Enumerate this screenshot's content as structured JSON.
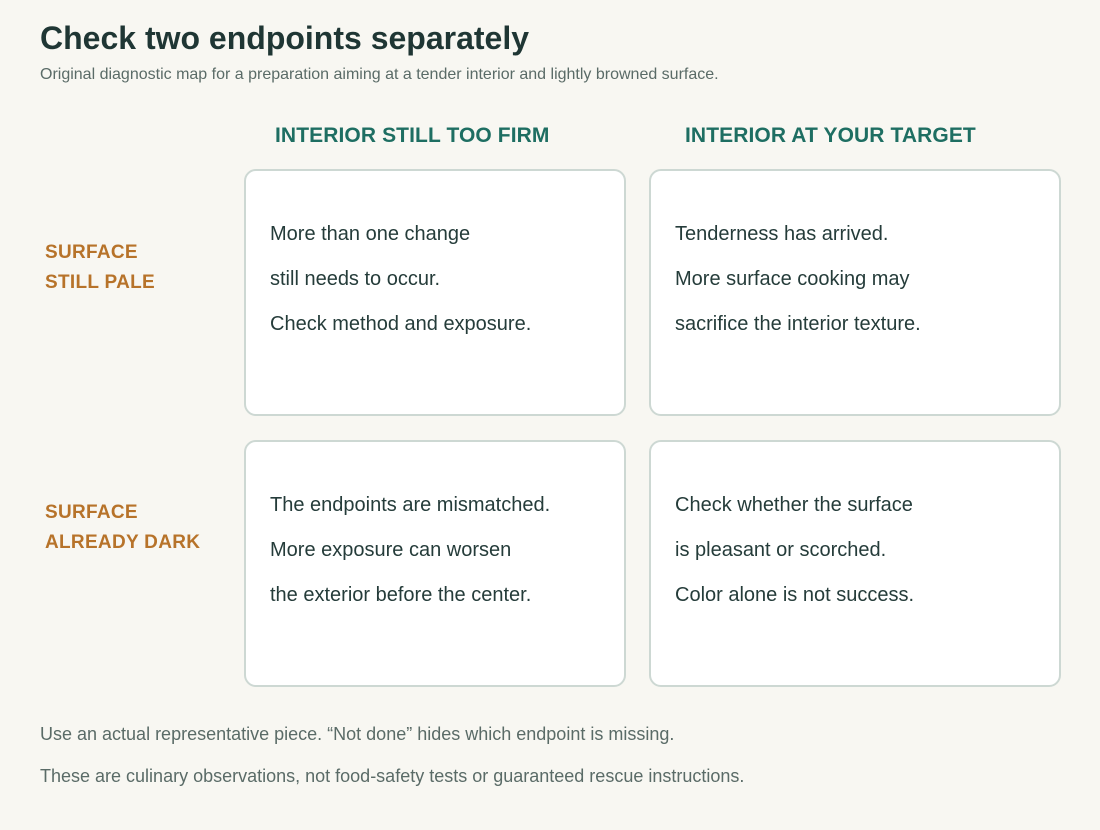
{
  "title": "Check two endpoints separately",
  "subtitle": "Original diagnostic map for a preparation aiming at a tender interior and lightly browned surface.",
  "columns": [
    "INTERIOR STILL TOO FIRM",
    "INTERIOR AT YOUR TARGET"
  ],
  "rows": [
    {
      "label_lines": [
        "SURFACE",
        "STILL PALE"
      ]
    },
    {
      "label_lines": [
        "SURFACE",
        "ALREADY DARK"
      ]
    }
  ],
  "cells": [
    {
      "lines": [
        "More than one change",
        "still needs to occur.",
        "Check method and exposure."
      ]
    },
    {
      "lines": [
        "Tenderness has arrived.",
        "More surface cooking may",
        "sacrifice the interior texture."
      ]
    },
    {
      "lines": [
        "The endpoints are mismatched.",
        "More exposure can worsen",
        "the exterior before the center."
      ]
    },
    {
      "lines": [
        "Check whether the surface",
        "is pleasant or scorched.",
        "Color alone is not success."
      ]
    }
  ],
  "notes": [
    "Use an actual representative piece. “Not done” hides which endpoint is missing.",
    "These are culinary observations, not food-safety tests or guaranteed rescue instructions."
  ]
}
